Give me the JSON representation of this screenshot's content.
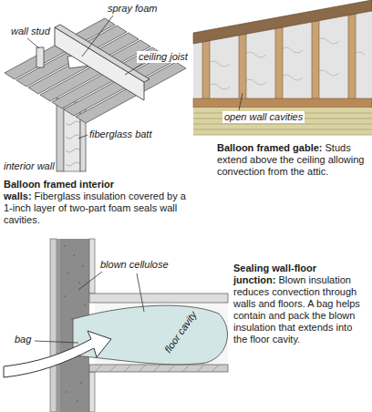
{
  "diagram": {
    "labels": [
      "spray foam",
      "wall stud",
      "ceiling joist",
      "fiberglass batt",
      "interior wall",
      "Balloon framed interior walls:",
      "Fiberglass insulation covered by a 1-inch layer of two-part foam seals wall cavities.",
      "open wall cavities",
      "Balloon framed gable:",
      "Studs extend above the ceiling allowing convection from the attic.",
      "blown cellulose",
      "bag",
      "floor cavity",
      "Sealing wall-floor junction:",
      "Blown insulation reduces convection through walls and floors. A bag helps contain and pack the blown insulation that extends into the floor cavity."
    ]
  }
}
